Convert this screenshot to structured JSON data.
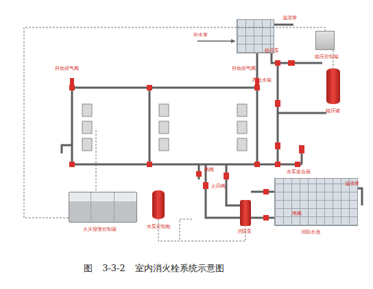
{
  "diagram": {
    "caption": "图 3-3-2 室内消火栓系统示意图",
    "nodes": [
      {
        "text": [
          "高位水箱"
        ]
      },
      {
        "text": [
          "稳压控制箱"
        ]
      },
      {
        "text": [
          "稳压罐"
        ]
      },
      {
        "text": [
          "火灾报警控制器"
        ]
      },
      {
        "text": [
          "水泵控制柜"
        ]
      },
      {
        "text": [
          "消防泵"
        ]
      },
      {
        "text": [
          "消防水池"
        ]
      }
    ],
    "edges": [
      {
        "from": 3,
        "to": 1,
        "arrow": "none"
      },
      {
        "from": 1,
        "to": 2,
        "arrow": "none"
      },
      {
        "from": 4,
        "to": 5,
        "arrow": "none"
      }
    ],
    "labels": [
      "补水管",
      "溢流管",
      "稳压泵",
      "自动排气阀",
      "自动排气阀",
      "水泵接合器",
      "闸阀",
      "止回阀",
      "闸阀",
      "溢流管"
    ]
  }
}
